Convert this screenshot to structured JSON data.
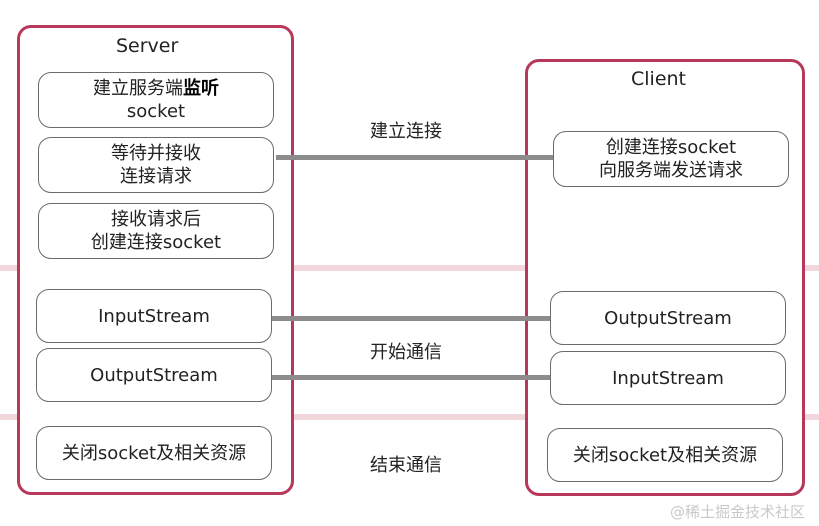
{
  "server": {
    "title": "Server",
    "boxes": [
      {
        "line1": "建立服务端",
        "line1_bold": "监听",
        "line2": "socket"
      },
      {
        "line1": "等待并接收",
        "line2": "连接请求"
      },
      {
        "line1": "接收请求后",
        "line2": "创建连接socket"
      },
      {
        "line1": "InputStream"
      },
      {
        "line1": "OutputStream"
      },
      {
        "line1": "关闭socket及相关资源"
      }
    ]
  },
  "client": {
    "title": "Client",
    "boxes": [
      {
        "line1": "创建连接socket",
        "line2": "向服务端发送请求"
      },
      {
        "line1": "OutputStream"
      },
      {
        "line1": "InputStream"
      },
      {
        "line1": "关闭socket及相关资源"
      }
    ]
  },
  "phases": {
    "connect": "建立连接",
    "communicate": "开始通信",
    "finish": "结束通信"
  },
  "watermark": "@稀土掘金技术社区",
  "colors": {
    "panel_border": "#b8385a",
    "band": "#f1d6dc",
    "connector": "#8c8c8c",
    "box_border": "#6b6b6b"
  }
}
